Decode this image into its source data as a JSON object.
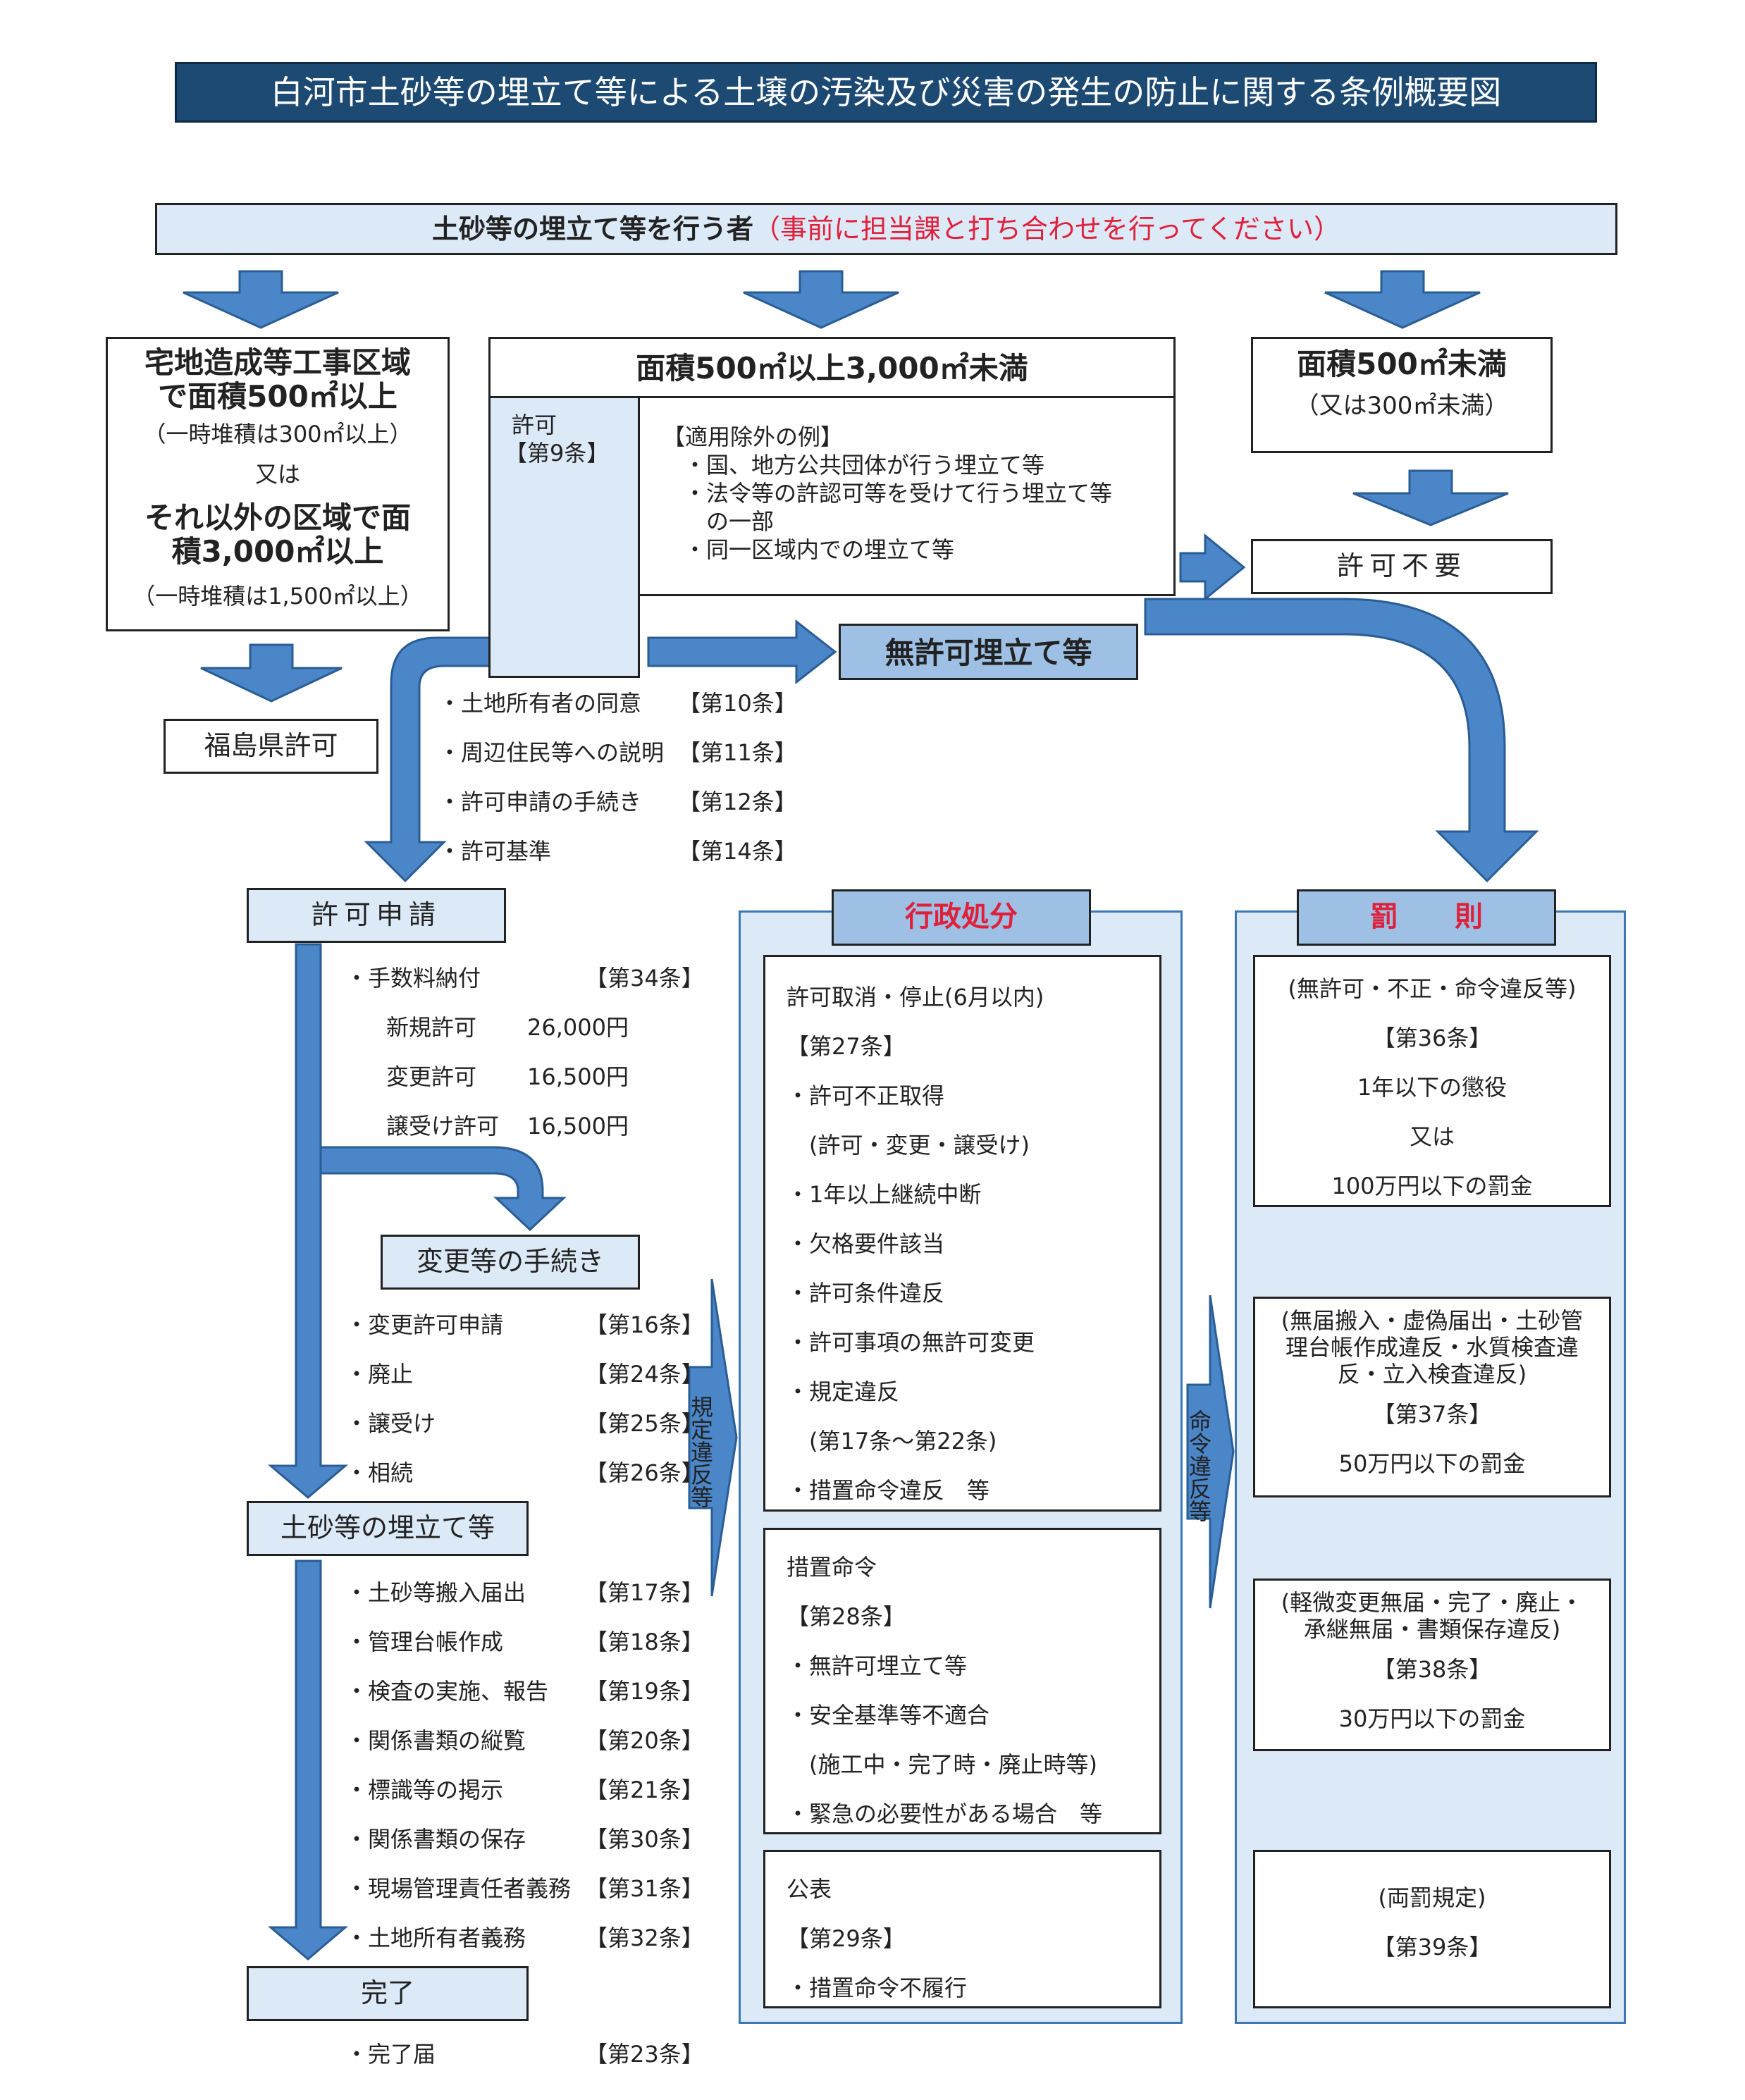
{
  "title": "白河市土砂等の埋立て等による土壌の汚染及び災害の発生の防止に関する条例概要図",
  "top": {
    "label": "土砂等の埋立て等を行う者",
    "note": "（事前に担当課と打ち合わせを行ってください）"
  },
  "left_col": {
    "line1": "宅地造成等工事区域",
    "line2": "で面積500㎡以上",
    "line3": "（一時堆積は300㎡以上）",
    "line4": "又は",
    "line5": "それ以外の区域で面",
    "line6": "積3,000㎡以上",
    "line7": "（一時堆積は1,500㎡以上）",
    "result": "福島県許可"
  },
  "mid_col": {
    "heading": "面積500㎡以上3,000㎡未満",
    "permit_label": "許可",
    "permit_article": "【第9条】",
    "exempt_title": "【適用除外の例】",
    "exempt_items": [
      "・国、地方公共団体が行う埋立て等",
      "・法令等の許認可等を受けて行う埋立て等",
      "　の一部",
      "・同一区域内での埋立て等"
    ],
    "pre_items": [
      {
        "label": "・土地所有者の同意",
        "article": "【第10条】"
      },
      {
        "label": "・周辺住民等への説明",
        "article": "【第11条】"
      },
      {
        "label": "・許可申請の手続き",
        "article": "【第12条】"
      },
      {
        "label": "・許可基準",
        "article": "【第14条】"
      }
    ],
    "unpermitted": "無許可埋立て等"
  },
  "right_col": {
    "heading": "面積500㎡未満",
    "sub": "（又は300㎡未満）",
    "result": "許可不要"
  },
  "flow": {
    "application": "許可申請",
    "fee_items": [
      {
        "label": "・手数料納付",
        "value": "【第34条】"
      },
      {
        "label": "新規許可",
        "value": "26,000円"
      },
      {
        "label": "変更許可",
        "value": "16,500円"
      },
      {
        "label": "譲受け許可",
        "value": "16,500円"
      }
    ],
    "change": "変更等の手続き",
    "change_items": [
      {
        "label": "・変更許可申請",
        "article": "【第16条】"
      },
      {
        "label": "・廃止",
        "article": "【第24条】"
      },
      {
        "label": "・譲受け",
        "article": "【第25条】"
      },
      {
        "label": "・相続",
        "article": "【第26条】"
      }
    ],
    "fill": "土砂等の埋立て等",
    "fill_items": [
      {
        "label": "・土砂等搬入届出",
        "article": "【第17条】"
      },
      {
        "label": "・管理台帳作成",
        "article": "【第18条】"
      },
      {
        "label": "・検査の実施、報告",
        "article": "【第19条】"
      },
      {
        "label": "・関係書類の縦覧",
        "article": "【第20条】"
      },
      {
        "label": "・標識等の掲示",
        "article": "【第21条】"
      },
      {
        "label": "・関係書類の保存",
        "article": "【第30条】"
      },
      {
        "label": "・現場管理責任者義務",
        "article": "【第31条】"
      },
      {
        "label": "・土地所有者義務",
        "article": "【第32条】"
      }
    ],
    "complete": "完了",
    "complete_item": {
      "label": "・完了届",
      "article": "【第23条】"
    },
    "arrow1": "規定違反等",
    "arrow2": "命令違反等"
  },
  "admin": {
    "header": "行政処分",
    "box1": [
      "許可取消・停止(6月以内)",
      "【第27条】",
      "・許可不正取得",
      "　(許可・変更・譲受け)",
      "・1年以上継続中断",
      "・欠格要件該当",
      "・許可条件違反",
      "・許可事項の無許可変更",
      "・規定違反",
      "　(第17条～第22条)",
      "・措置命令違反　等"
    ],
    "box2": [
      "措置命令",
      "【第28条】",
      "・無許可埋立て等",
      "・安全基準等不適合",
      "　(施工中・完了時・廃止時等)",
      "・緊急の必要性がある場合　等"
    ],
    "box3": [
      "公表",
      "【第29条】",
      "・措置命令不履行"
    ]
  },
  "penalty": {
    "header": "罰　　則",
    "box1": [
      "(無許可・不正・命令違反等)",
      "【第36条】",
      "1年以下の懲役",
      "又は",
      "100万円以下の罰金"
    ],
    "box2": [
      "(無届搬入・虚偽届出・土砂管",
      "理台帳作成違反・水質検査違",
      "反・立入検査違反)",
      "【第37条】",
      "50万円以下の罰金"
    ],
    "box3": [
      "(軽微変更無届・完了・廃止・",
      "承継無届・書類保存違反)",
      "【第38条】",
      "30万円以下の罰金"
    ],
    "box4": [
      "(両罰規定)",
      "【第39条】"
    ]
  },
  "colors": {
    "arrow": "#4a86c8",
    "arrow_stroke": "#2a5d94",
    "title_bg": "#1d4a73",
    "light": "#dce9f7",
    "header_bg": "#9dc0e4",
    "red": "#e0203a"
  }
}
